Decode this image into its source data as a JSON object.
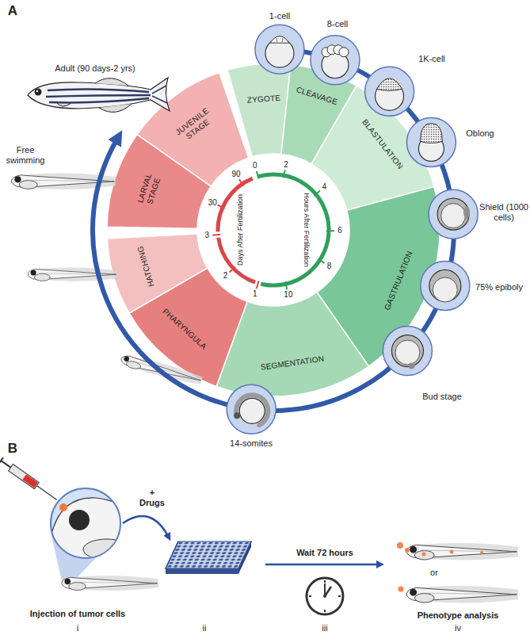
{
  "diagram": {
    "nodes": [
      {
        "text": [
          "ZYGOTE"
        ]
      },
      {
        "text": [
          "CLEAVAGE"
        ]
      },
      {
        "text": [
          "BLASTULATION"
        ]
      },
      {
        "text": [
          "GASTRULATION"
        ]
      },
      {
        "text": [
          "SEGMENTATION"
        ]
      },
      {
        "text": [
          "PHARYNGULA"
        ]
      },
      {
        "text": [
          "HATCHING"
        ]
      },
      {
        "text": [
          "LARVAL STAGE"
        ]
      },
      {
        "text": [
          "JUVENILE STAGE"
        ]
      }
    ],
    "labels": [
      "A",
      "1-cell",
      "8-cell",
      "1K-cell",
      "Oblong",
      "Shield (1000 cells)",
      "75% epiboly",
      "Bud stage",
      "14-somites",
      "Adult (90 days-2 yrs)",
      "Free swimming",
      "Hours After Fertilization",
      "0",
      "2",
      "4",
      "6",
      "8",
      "10",
      "Days After Fertilization",
      "1",
      "2",
      "3",
      "30",
      "90",
      "B",
      "+ Drugs",
      "Wait 72 hours",
      "or",
      "Injection of tumor cells",
      "Phenotype analysis",
      "i",
      "ii",
      "iii",
      "iv"
    ]
  }
}
